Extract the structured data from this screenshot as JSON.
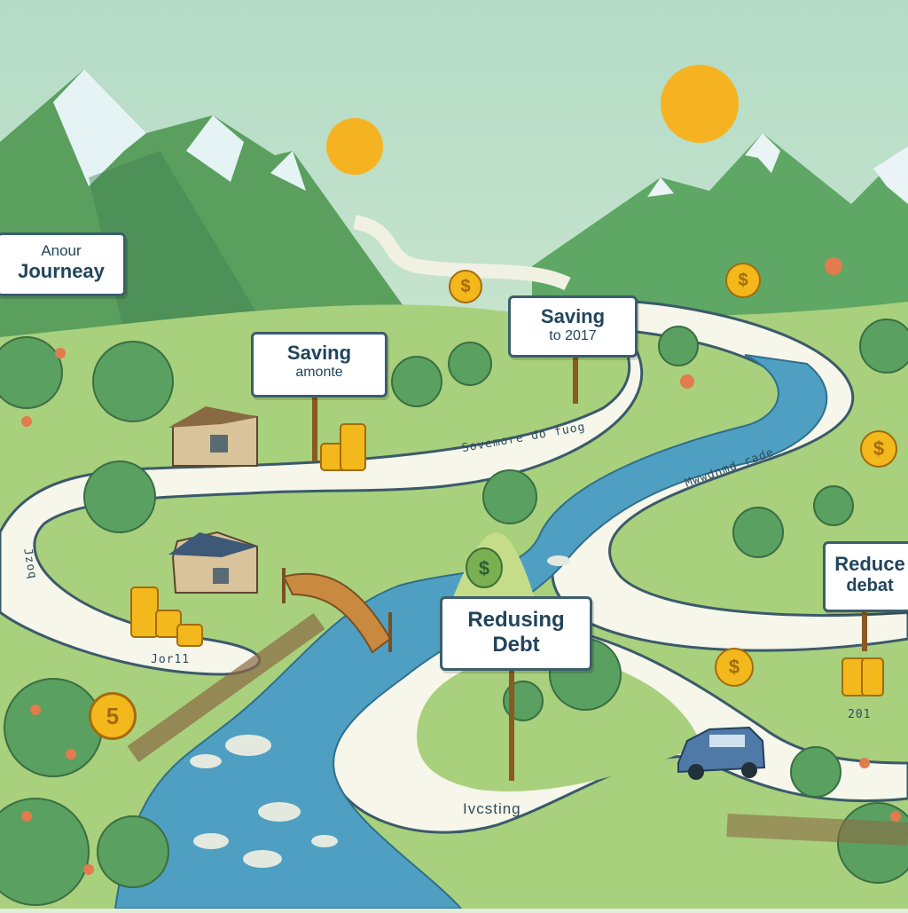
{
  "colors": {
    "sky_top": "#b7ddc9",
    "sky_bottom": "#e6f1d8",
    "mountain": "#5d9f5f",
    "mountain_dark": "#3f7f53",
    "snow": "#eaf4f6",
    "meadow": "#a9d07c",
    "road": "#f6f6ea",
    "road_edge": "#3b5a6a",
    "river": "#4f9fc2",
    "sun": "#f6b321",
    "coin": "#f2b81c",
    "sign_border": "#3c5e6d",
    "car": "#4f79a6"
  },
  "signs": {
    "journey": {
      "line1": "Anour",
      "line2": "Journeay"
    },
    "saving_amount": {
      "line1": "Saving",
      "line2": "amonte"
    },
    "saving_2017": {
      "line1": "Saving",
      "line2": "to 2017"
    },
    "reducing_debt": {
      "line1": "Redusing",
      "line2": "Debt"
    },
    "reduce_debat": {
      "line1": "Reduce",
      "line2": "debat"
    }
  },
  "road_labels": {
    "upper": "Sovemore do fuog",
    "right": "Mwwdnmd rade",
    "left": "Jzoq",
    "year_left": "Jor11",
    "year_right": "201",
    "investing": "Ivcsting"
  },
  "coin_symbols": {
    "dollar": "$",
    "five": "5"
  }
}
